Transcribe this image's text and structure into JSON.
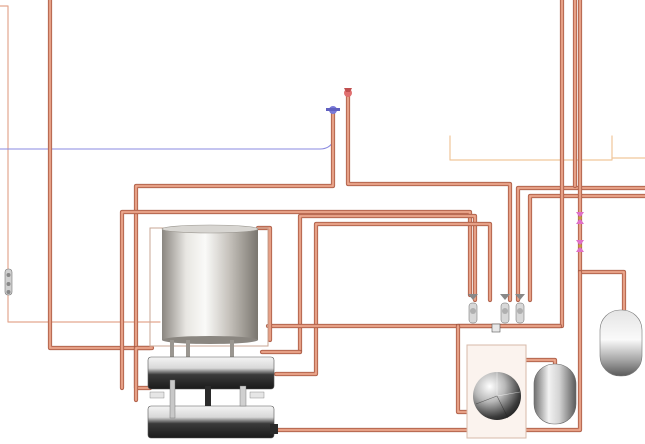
{
  "diagram": {
    "type": "process-piping-3d-view",
    "background": "#ffffff",
    "colors": {
      "pipe_main": "#d9886e",
      "pipe_shadow": "#9b4f3a",
      "pipe_light": "#f4b89e",
      "pipe_tan": "#f0c69a",
      "pipe_blue": "#8a8ae0",
      "valve_pink": "#e070c8",
      "valve_gold": "#c8a040",
      "vessel_dark": "#2a2a2a",
      "vessel_light": "#f2f2f2",
      "panel_fill": "#fbf3ee"
    },
    "components": [
      {
        "name": "storage-tank",
        "kind": "vertical-cylinder"
      },
      {
        "name": "horizontal-drum-upper",
        "kind": "horizontal-drum"
      },
      {
        "name": "horizontal-drum-lower",
        "kind": "horizontal-drum"
      },
      {
        "name": "spherical-pump",
        "kind": "sphere"
      },
      {
        "name": "receiver-tank",
        "kind": "capsule"
      },
      {
        "name": "accumulator-tank",
        "kind": "capsule"
      },
      {
        "name": "valve-manifold",
        "kind": "valve-group"
      },
      {
        "name": "inlet-valve-red",
        "kind": "valve"
      },
      {
        "name": "inlet-valve-blue",
        "kind": "valve"
      }
    ]
  }
}
